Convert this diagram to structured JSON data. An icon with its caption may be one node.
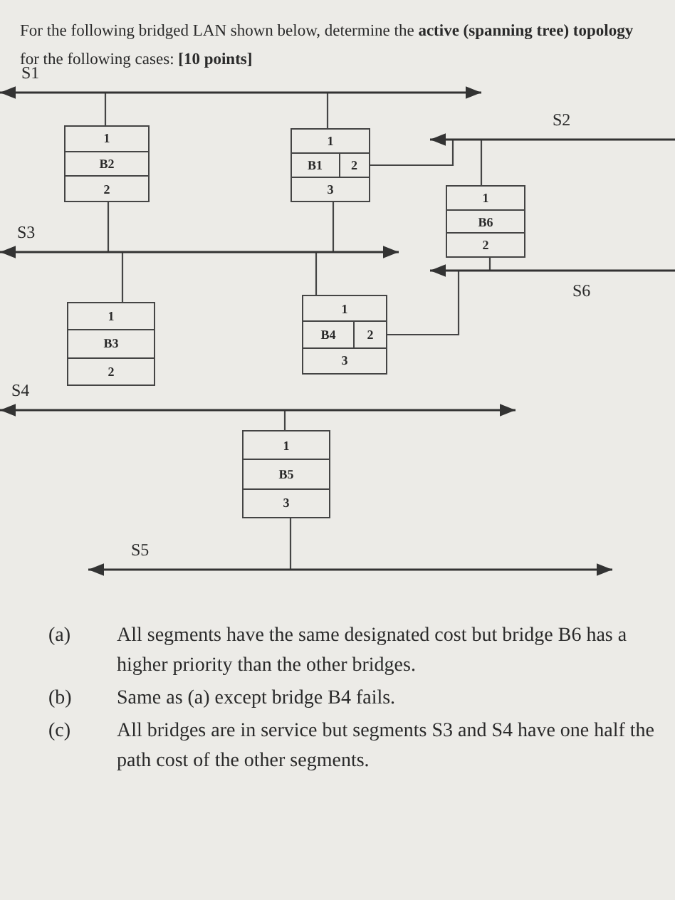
{
  "diagram": {
    "title": "For the following bridged LAN shown below, determine the **active (spanning tree) topology** for the following cases: **[10 points]**",
    "nodes": [
      {
        "text": [
          "S1"
        ]
      },
      {
        "text": [
          "1",
          "B2",
          "2"
        ]
      },
      {
        "text": [
          "1",
          "B1",
          "2",
          "3"
        ]
      },
      {
        "text": [
          "S2"
        ]
      },
      {
        "text": [
          "1",
          "B6",
          "2"
        ]
      },
      {
        "text": [
          "S3"
        ]
      },
      {
        "text": [
          "S6"
        ]
      },
      {
        "text": [
          "1",
          "B3",
          "2"
        ]
      },
      {
        "text": [
          "1",
          "B4",
          "2",
          "3"
        ]
      },
      {
        "text": [
          "S4"
        ]
      },
      {
        "text": [
          "1",
          "B5",
          "3"
        ]
      },
      {
        "text": [
          "S5"
        ]
      }
    ],
    "edges": [
      {
        "from": 0,
        "to": 1,
        "arrow": "none"
      },
      {
        "from": 1,
        "to": 5,
        "arrow": "none"
      },
      {
        "from": 0,
        "to": 2,
        "arrow": "none"
      },
      {
        "from": 2,
        "to": 3,
        "arrow": "none"
      },
      {
        "from": 2,
        "to": 5,
        "arrow": "none"
      },
      {
        "from": 3,
        "to": 4,
        "arrow": "none"
      },
      {
        "from": 4,
        "to": 6,
        "arrow": "none"
      },
      {
        "from": 5,
        "to": 7,
        "arrow": "none"
      },
      {
        "from": 5,
        "to": 8,
        "arrow": "none"
      },
      {
        "from": 8,
        "to": 6,
        "arrow": "none"
      },
      {
        "from": 9,
        "to": 10,
        "arrow": "none"
      },
      {
        "from": 10,
        "to": 11,
        "arrow": "none"
      }
    ],
    "labels": [
      "(a)",
      "All segments have the same designated cost but bridge B6 has a higher priority than the other bridges.",
      "(b)",
      "Same as (a) except bridge B4 fails.",
      "(c)",
      "All bridges are in service but segments S3 and S4 have one half the path cost of the other segments."
    ]
  }
}
